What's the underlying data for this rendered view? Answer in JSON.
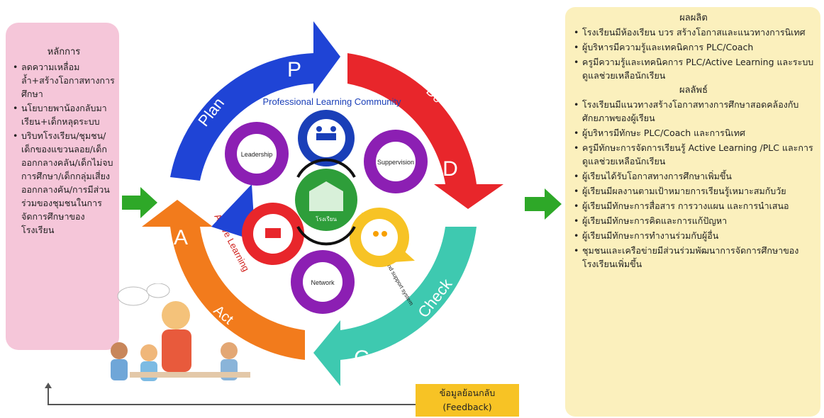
{
  "principles": {
    "title": "หลักการ",
    "items": [
      "ลดความเหลื่อมล้ำ+สร้างโอกาสทางการศึกษา",
      "นโยบายพาน้องกลับมาเรียน+เด็กหลุดระบบ",
      "บริบทโรงเรียน/ชุมชน/เด็กของแขวนลอย/เด็กออกกลางคลัน/เด็กไม่จบการศึกษา/เด็กกลุ่มเสี่ยงออกกลางคัน/การมีส่วนร่วมของชุมชนในการจัดการศึกษาของโรงเรียน"
    ]
  },
  "cycle": {
    "plan": {
      "letter": "P",
      "word": "Plan",
      "color": "#1f44d6"
    },
    "do": {
      "letter": "D",
      "word": "Do",
      "color": "#e8262b"
    },
    "check": {
      "letter": "C",
      "word": "Check",
      "color": "#3ec9b0"
    },
    "act": {
      "letter": "A",
      "word": "Act",
      "color": "#f27b1c"
    },
    "plc_label": "Professional Learning Community",
    "active_learning_label": "Active Learning",
    "student_support_label": "Student care and support system",
    "gears": {
      "leadership": "Leadership",
      "supervision": "Suppervision",
      "network": "Network",
      "center_school": "โรงเรียน"
    }
  },
  "outputs": {
    "heading": "ผลผลิต",
    "items": [
      "โรงเรียนมีห้องเรียน บวร สร้างโอกาสและแนวทางการนิเทศ",
      "ผู้บริหารมีความรู้และเทคนิคการ PLC/Coach",
      "ครูมีความรู้และเทคนิคการ PLC/Active Learning และระบบดูแลช่วยเหลือนักเรียน"
    ]
  },
  "outcomes": {
    "heading": "ผลลัพธ์",
    "items": [
      "โรงเรียนมีแนวทางสร้างโอกาสทางการศึกษาสอดคล้องกับศักยภาพของผู้เรียน",
      "ผู้บริหารมีทักษะ PLC/Coach และการนิเทศ",
      "ครูมีทักษะการจัดการเรียนรู้ Active Learning /PLC และการดูแลช่วยเหลือนักเรียน",
      "ผู้เรียนได้รับโอกาสทางการศึกษาเพิ่มขึ้น",
      "ผู้เรียนมีผลงานตามเป้าหมายการเรียนรู้เหมาะสมกับวัย",
      "ผู้เรียนมีทักษะการสื่อสาร การวางแผน และการนำเสนอ",
      "ผู้เรียนมีทักษะการคิดและการแก้ปัญหา",
      "ผู้เรียนมีทักษะการทำงานร่วมกับผู้อื่น",
      "ชุมชนและเครือข่ายมีส่วนร่วมพัฒนาการจัดการศึกษาของโรงเรียนเพิ่มขึ้น"
    ]
  },
  "feedback": {
    "line1": "ข้อมูลย้อนกลับ",
    "line2": "(Feedback)"
  }
}
